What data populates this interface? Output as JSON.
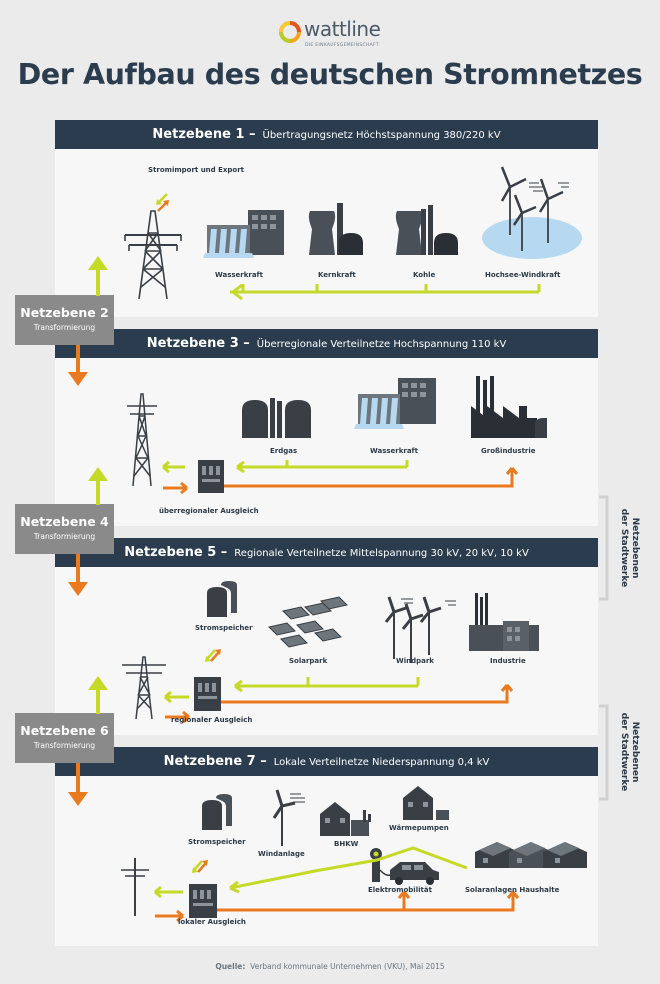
{
  "logo": {
    "name": "wattline",
    "tagline": "DIE EINKAUFSGEMEINSCHAFT"
  },
  "title": "Der Aufbau des deutschen Stromnetzes",
  "levels": {
    "l1": {
      "name": "Netzebene 1 –",
      "desc": "Übertragungsnetz Höchstspannung 380/220 kV"
    },
    "l2": {
      "name": "Netzebene 2",
      "sub": "Transformierung"
    },
    "l3": {
      "name": "Netzebene 3 –",
      "desc": "Überregionale Verteilnetze Hochspannung 110 kV"
    },
    "l4": {
      "name": "Netzebene 4",
      "sub": "Transformierung"
    },
    "l5": {
      "name": "Netzebene 5 –",
      "desc": "Regionale Verteilnetze Mittelspannung 30 kV, 20 kV, 10 kV"
    },
    "l6": {
      "name": "Netzebene 6",
      "sub": "Transformierung"
    },
    "l7": {
      "name": "Netzebene 7 –",
      "desc": "Lokale Verteilnetze Niederspannung 0,4 kV"
    }
  },
  "panel1": {
    "import_export": "Stromimport und Export",
    "hydro": "Wasserkraft",
    "nuclear": "Kernkraft",
    "coal": "Kohle",
    "offshore_wind": "Hochsee-Windkraft"
  },
  "panel3": {
    "gas": "Erdgas",
    "hydro": "Wasserkraft",
    "heavy_industry": "Großindustrie",
    "balancing": "überregionaler Ausgleich"
  },
  "panel5": {
    "storage": "Stromspeicher",
    "solar_park": "Solarpark",
    "wind_park": "Windpark",
    "industry": "Industrie",
    "balancing": "regionaler Ausgleich"
  },
  "panel7": {
    "storage": "Stromspeicher",
    "wind_turbine": "Windanlage",
    "chp": "BHKW",
    "heat_pumps": "Wärmepumpen",
    "e_mobility": "Elektromobilität",
    "solar_homes": "Solaranlagen Haushalte",
    "balancing": "lokaler Ausgleich"
  },
  "side_note": {
    "line1": "Netzebenen",
    "line2": "der Stadtwerke"
  },
  "source": {
    "label": "Quelle:",
    "text": "Verband kommunale Unternehmen (VKU), Mai 2015"
  },
  "colors": {
    "navy": "#2a3c4e",
    "lime": "#c5d928",
    "orange": "#ea7a1f",
    "gray_box": "#8a8a8a",
    "icon_dark": "#3a3f45",
    "water": "#b6d8f0"
  }
}
